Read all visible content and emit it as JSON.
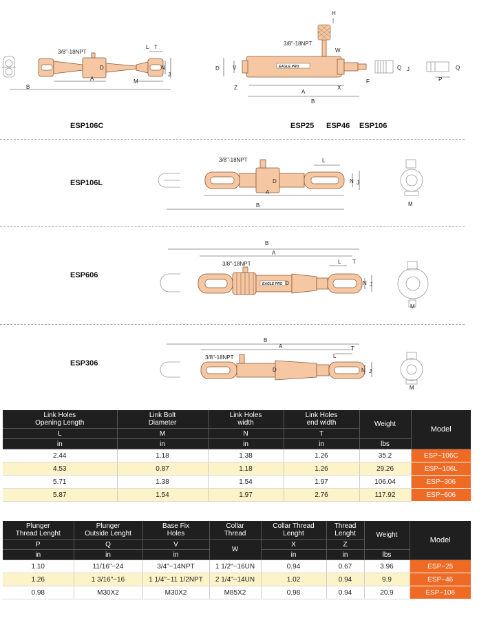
{
  "labels": {
    "esp106c": "ESP106C",
    "esp25": "ESP25",
    "esp46": "ESP46",
    "esp106": "ESP106",
    "esp106l": "ESP106L",
    "esp606": "ESP606",
    "esp306": "ESP306"
  },
  "dims": {
    "npt": "3/8\"-18NPT",
    "A": "A",
    "B": "B",
    "D": "D",
    "L": "L",
    "T": "T",
    "N": "N",
    "J": "J",
    "M": "M",
    "V": "V",
    "Z": "Z",
    "X": "X",
    "F": "F",
    "W": "W",
    "H": "H",
    "Q": "Q",
    "P": "P",
    "brand": "EAGLE PRO"
  },
  "colors": {
    "part": "#f5c8a3",
    "outline": "#8a5a3a",
    "header": "#1f1f1f",
    "accent": "#ef6a25",
    "row_alt": "#fdf3c8"
  },
  "table1": {
    "headers": [
      "Link Holes\nOpening Length",
      "Link Bolt\nDiameter",
      "Link Holes\nwidth",
      "Link Holes\nend width",
      "Weight",
      "Model"
    ],
    "letters": [
      "L",
      "M",
      "N",
      "T"
    ],
    "units": [
      "in",
      "in",
      "in",
      "in",
      "lbs"
    ],
    "rows": [
      {
        "cells": [
          "2.44",
          "1.18",
          "1.38",
          "1.26",
          "35.2"
        ],
        "model": "ESP−106C"
      },
      {
        "cells": [
          "4.53",
          "0.87",
          "1.18",
          "1.26",
          "29.26"
        ],
        "model": "ESP−106L"
      },
      {
        "cells": [
          "5.71",
          "1.38",
          "1.54",
          "1.97",
          "106.04"
        ],
        "model": "ESP−306"
      },
      {
        "cells": [
          "5.87",
          "1.54",
          "1.97",
          "2.76",
          "117.92"
        ],
        "model": "ESP−606"
      }
    ]
  },
  "table2": {
    "headers": [
      "Plunger\nThread Lenght",
      "Plunger\nOutside Lenght",
      "Base Fix\nHoles",
      "Collar\nThread",
      "Collar Thread\nLenght",
      "Thread\nLenght",
      "Weight",
      "Model"
    ],
    "letters": [
      "P",
      "Q",
      "V",
      "W",
      "X",
      "Z"
    ],
    "units": [
      "in",
      "in",
      "in",
      "in",
      "in",
      "lbs"
    ],
    "rows": [
      {
        "cells": [
          "1.10",
          "11/16\"−24",
          "3/4\"−14NPT",
          "1 1/2\"−16UN",
          "0.94",
          "0.67",
          "3.96"
        ],
        "model": "ESP−25"
      },
      {
        "cells": [
          "1.26",
          "1 3/16\"−16",
          "1 1/4\"−11 1/2NPT",
          "2 1/4\"−14UN",
          "1.02",
          "0.94",
          "9.9"
        ],
        "model": "ESP−46"
      },
      {
        "cells": [
          "0.98",
          "M30X2",
          "M30X2",
          "M85X2",
          "0.98",
          "0.94",
          "20.9"
        ],
        "model": "ESP−106"
      }
    ]
  }
}
